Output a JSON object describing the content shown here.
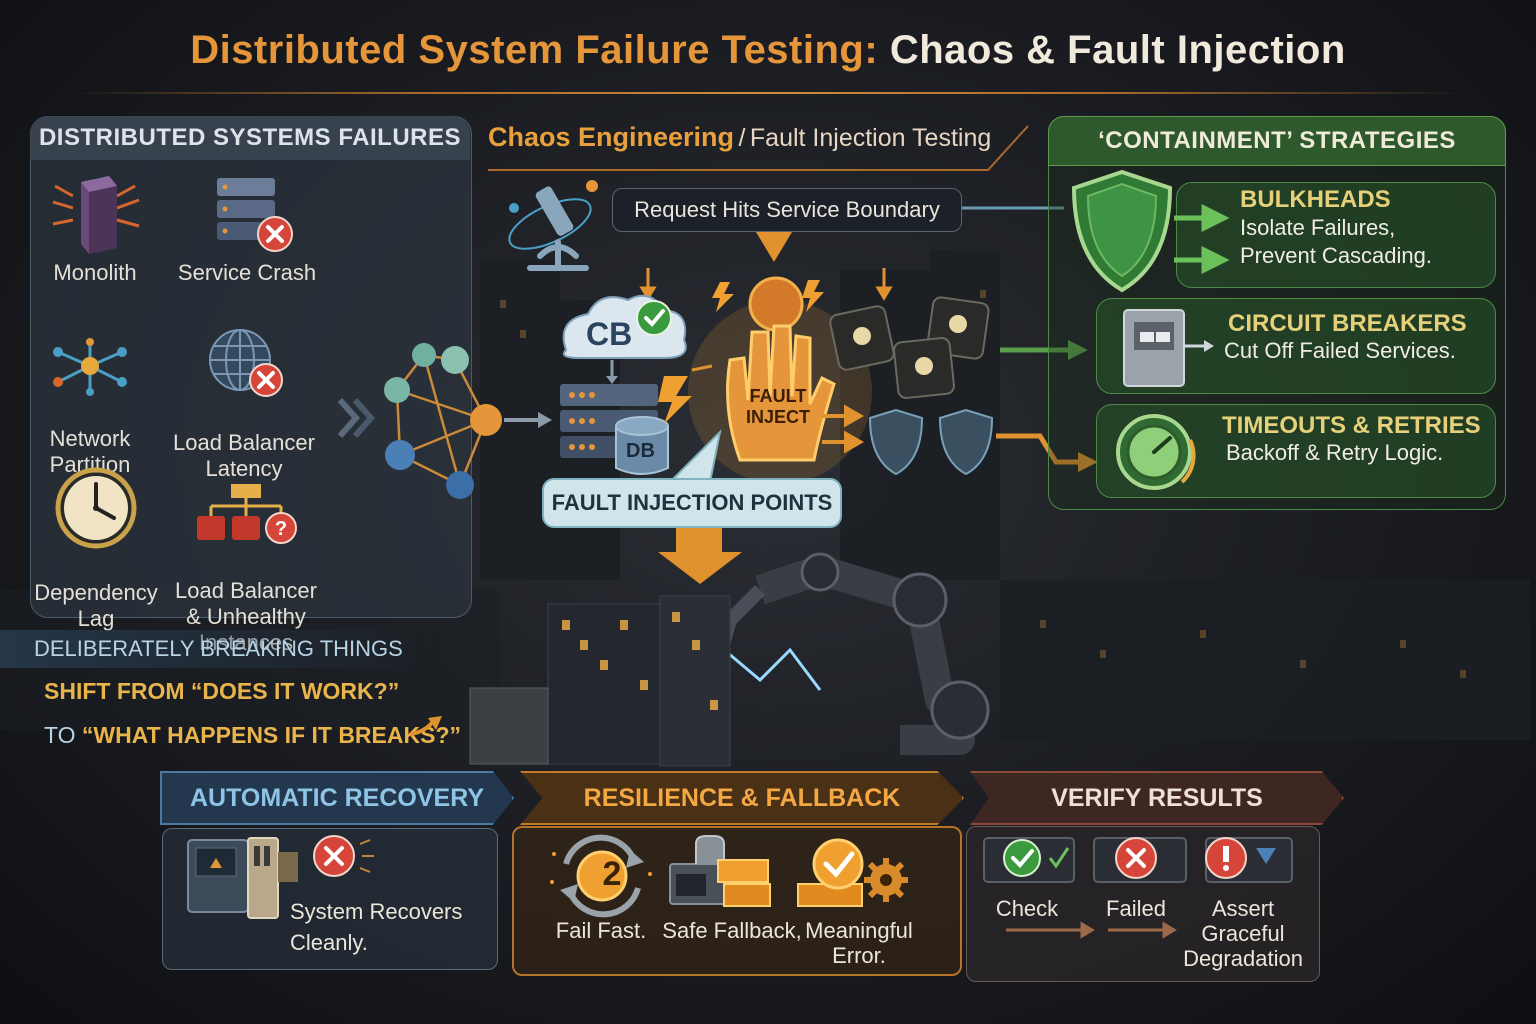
{
  "title": {
    "part1": "Distributed System Failure Testing:",
    "part2": "Chaos & Fault Injection"
  },
  "failures": {
    "header": "DISTRIBUTED SYSTEMS FAILURES",
    "items": [
      {
        "label": "Monolith",
        "icon": "cube-icon"
      },
      {
        "label": "Service Crash",
        "icon": "server-error-icon"
      },
      {
        "label": "Network\nPartition",
        "icon": "network-icon"
      },
      {
        "label": "Load Balancer\nLatency",
        "icon": "globe-error-icon"
      },
      {
        "label": "Dependency\nLag",
        "icon": "clock-icon"
      },
      {
        "label": "Load Balancer\n& Unhealthy\nInstances",
        "icon": "tree-question-icon"
      }
    ]
  },
  "chaos": {
    "header_main": "Chaos Engineering",
    "header_sep": "/",
    "header_sub": "Fault Injection Testing",
    "request_box": "Request Hits Service Boundary",
    "cb_label": "CB",
    "db_label": "DB",
    "fault_label": "FAULT\nINJECT",
    "injection_points": "FAULT INJECTION POINTS"
  },
  "containment": {
    "header": "‘CONTAINMENT’ STRATEGIES",
    "items": [
      {
        "title": "BULKHEADS",
        "desc": "Isolate Failures,\nPrevent Cascading.",
        "icon": "shield-icon"
      },
      {
        "title": "CIRCUIT BREAKERS",
        "desc": "Cut Off Failed Services.",
        "icon": "breaker-icon"
      },
      {
        "title": "TIMEOUTS & RETRIES",
        "desc": "Backoff & Retry Logic.",
        "icon": "gauge-icon"
      }
    ]
  },
  "mindset": {
    "deliberate": "DELIBERATELY BREAKING THINGS",
    "shift_line1": "SHIFT FROM “DOES IT WORK?”",
    "shift_to": "TO",
    "shift_line2": "“WHAT HAPPENS IF IT BREAKS?”"
  },
  "bottom": {
    "auto_header": "AUTOMATIC RECOVERY",
    "auto_text": "System Recovers\nCleanly.",
    "res_header": "RESILIENCE & FALLBACK",
    "res_items": [
      "Fail Fast.",
      "Safe Fallback,",
      "Meaningful\nError."
    ],
    "res_badge": "2",
    "verify_header": "VERIFY RESULTS",
    "verify_items": [
      "Check",
      "Failed",
      "Assert\nGraceful\nDegradation"
    ]
  },
  "colors": {
    "orange": "#e5953a",
    "green": "#4d8a48",
    "blue": "#4d7aa0",
    "red": "#d6453a"
  }
}
